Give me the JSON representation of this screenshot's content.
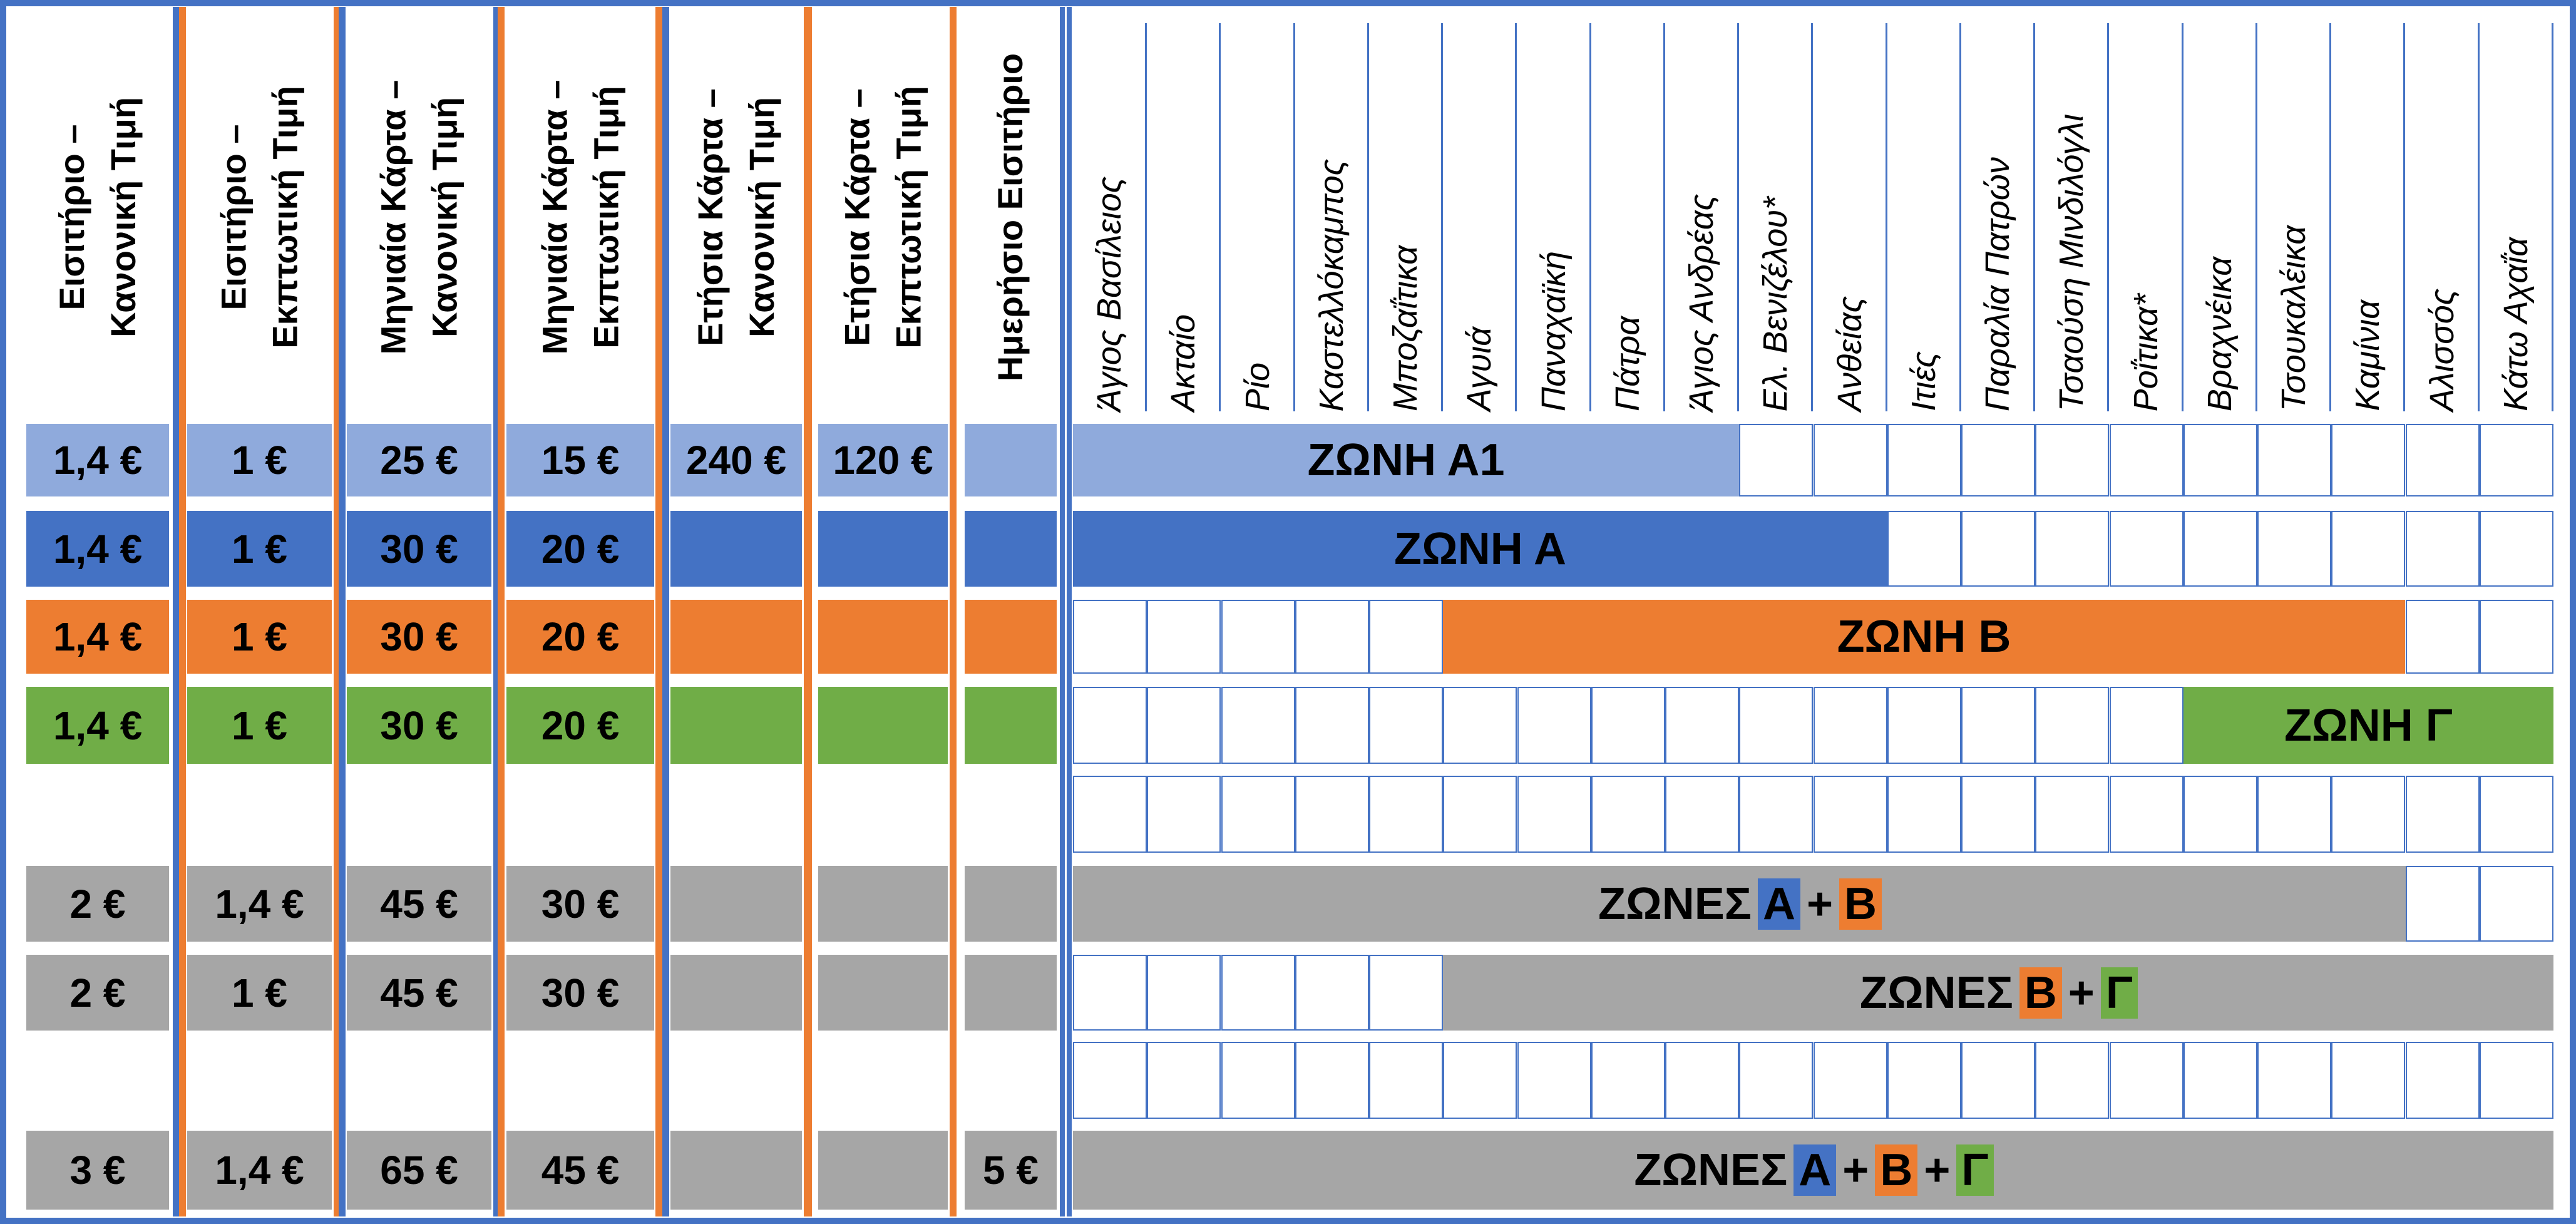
{
  "colors": {
    "border": "#4472C4",
    "orange": "#ED7D31",
    "light_blue": "#8FAADC",
    "blue": "#4472C4",
    "green": "#70AD47",
    "gray": "#A6A6A6"
  },
  "fare_headers": [
    "Εισιτήριο –\nΚανονική Τιμή",
    "Εισιτήριο –\nΕκπτωτική Τιμή",
    "Μηνιαία Κάρτα –\nΚανονική Τιμή",
    "Μηνιαία Κάρτα –\nΕκπτωτική Τιμή",
    "Ετήσια Κάρτα –\nΚανονική Τιμή",
    "Ετήσια Κάρτα –\nΕκπτωτική Τιμή",
    "Ημερήσιο Εισιτήριο"
  ],
  "stops": [
    "Άγιος Βασίλειος",
    "Ακταίο",
    "Ρίο",
    "Καστελλόκαμπος",
    "Μποζαΐτικα",
    "Αγυιά",
    "Παναχαϊκή",
    "Πάτρα",
    "Άγιος Ανδρέας",
    "Ελ. Βενιζέλου*",
    "Ανθείας",
    "Ιτιές",
    "Παραλία Πατρών",
    "Τσαούση Μινδιλόγλι",
    "Ροΐτικα*",
    "Βραχνέικα",
    "Τσουκαλέικα",
    "Καμίνια",
    "Αλισσός",
    "Κάτω Αχαΐα"
  ],
  "rows": [
    {
      "color": "light_blue",
      "prices": [
        "1,4 €",
        "1 €",
        "25 €",
        "15 €",
        "240 €",
        "120 €",
        ""
      ],
      "zone_label": "ΖΩΝΗ Α1"
    },
    {
      "color": "blue",
      "prices": [
        "1,4 €",
        "1 €",
        "30 €",
        "20 €",
        "",
        "",
        ""
      ],
      "zone_label": "ΖΩΝΗ Α"
    },
    {
      "color": "orange",
      "prices": [
        "1,4 €",
        "1 €",
        "30 €",
        "20 €",
        "",
        "",
        ""
      ],
      "zone_label": "ΖΩΝΗ Β"
    },
    {
      "color": "green",
      "prices": [
        "1,4 €",
        "1 €",
        "30 €",
        "20 €",
        "",
        "",
        ""
      ],
      "zone_label": "ΖΩΝΗ Γ"
    },
    {
      "color": "white",
      "prices": [
        "",
        "",
        "",
        "",
        "",
        "",
        ""
      ],
      "zone_label": ""
    },
    {
      "color": "gray",
      "prices": [
        "2 €",
        "1,4 €",
        "45 €",
        "30 €",
        "",
        "",
        ""
      ],
      "zone_label": "ΖΩΝΕΣ"
    },
    {
      "color": "gray",
      "prices": [
        "2 €",
        "1 €",
        "45 €",
        "30 €",
        "",
        "",
        ""
      ],
      "zone_label": "ΖΩΝΕΣ"
    },
    {
      "color": "white",
      "prices": [
        "",
        "",
        "",
        "",
        "",
        "",
        ""
      ],
      "zone_label": ""
    },
    {
      "color": "gray",
      "prices": [
        "3 €",
        "1,4 €",
        "65 €",
        "45 €",
        "",
        "",
        "5 €"
      ],
      "zone_label": "ΖΩΝΕΣ"
    }
  ],
  "combo_labels": {
    "ab": {
      "prefix": "ΖΩΝΕΣ",
      "a": "Α",
      "plus1": "+",
      "b": "Β"
    },
    "bg": {
      "prefix": "ΖΩΝΕΣ",
      "b": "Β",
      "plus1": "+",
      "g": "Γ"
    },
    "abg": {
      "prefix": "ΖΩΝΕΣ",
      "a": "Α",
      "plus1": "+",
      "b": "Β",
      "plus2": "+",
      "g": "Γ"
    }
  }
}
